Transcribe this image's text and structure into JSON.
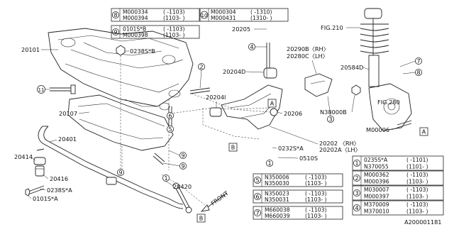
{
  "labels": {
    "p20101": "20101",
    "p0238sb": "0238S*B",
    "p20107": "20107",
    "p20401": "20401",
    "p20414": "20414",
    "p20416": "20416",
    "p0238sa_left": "0238S*A",
    "p0101sa": "0101S*A",
    "p20205": "20205",
    "p20290": "20290B〈RH〉",
    "p20280": "20280C〈LH〉",
    "p20204d": "20204D",
    "p20204i": "20204I",
    "p20206": "20206",
    "p0232sa": "0232S*A",
    "p0510s": "0510S",
    "p20202": "20202 〈RH〉",
    "p20202a": "20202A〈LH〉",
    "pfig210": "FIG.210",
    "p20584d": "20584D",
    "pn38000b": "N38000B",
    "pfig280": "FIG.280",
    "pm00006": "M00006",
    "p20420": "20420",
    "pfront": "FRONT",
    "footer": "A200001181"
  },
  "refs": {
    "A": "A",
    "B": "B"
  },
  "callouts": {
    "c1": "1",
    "c2": "2",
    "c3": "3",
    "c4": "4",
    "c5": "5",
    "c6": "6",
    "c7": "7",
    "c8": "8",
    "c9": "9",
    "c10": "10",
    "c11": "11"
  },
  "tables": {
    "t8": {
      "num": "8",
      "rows": [
        {
          "part": "M000334",
          "range": "( -1103)"
        },
        {
          "part": "M000394",
          "range": "(1103- )"
        }
      ]
    },
    "t10": {
      "num": "10",
      "rows": [
        {
          "part": "M000304",
          "range": "( -1310)"
        },
        {
          "part": "M000431",
          "range": "(1310- )"
        }
      ]
    },
    "t9": {
      "num": "9",
      "rows": [
        {
          "part": "0101S*B",
          "range": "( -1103)"
        },
        {
          "part": "M000398",
          "range": "(1103- )"
        }
      ]
    },
    "t5": {
      "num": "5",
      "rows": [
        {
          "part": "N350006",
          "range": "( -1103)"
        },
        {
          "part": "N350030",
          "range": "(1103- )"
        }
      ]
    },
    "t6": {
      "num": "6",
      "rows": [
        {
          "part": "N350023",
          "range": "( -1103)"
        },
        {
          "part": "N350031",
          "range": "(1103- )"
        }
      ]
    },
    "t7": {
      "num": "7",
      "rows": [
        {
          "part": "M660038",
          "range": "( -1103)"
        },
        {
          "part": "M660039",
          "range": "(1103- )"
        }
      ]
    },
    "t1": {
      "num": "1",
      "rows": [
        {
          "part": "0235S*A",
          "range": "( -1101)"
        },
        {
          "part": "N370055",
          "range": "(1101- )"
        }
      ]
    },
    "t2": {
      "num": "2",
      "rows": [
        {
          "part": "M000362",
          "range": "( -1103)"
        },
        {
          "part": "M000396",
          "range": "(1103- )"
        }
      ]
    },
    "t3": {
      "num": "3",
      "rows": [
        {
          "part": "M030007",
          "range": "( -1103)"
        },
        {
          "part": "M000397",
          "range": "(1103- )"
        }
      ]
    },
    "t4": {
      "num": "4",
      "rows": [
        {
          "part": "M370009",
          "range": "( -1103)"
        },
        {
          "part": "M370010",
          "range": "(1103- )"
        }
      ]
    }
  }
}
